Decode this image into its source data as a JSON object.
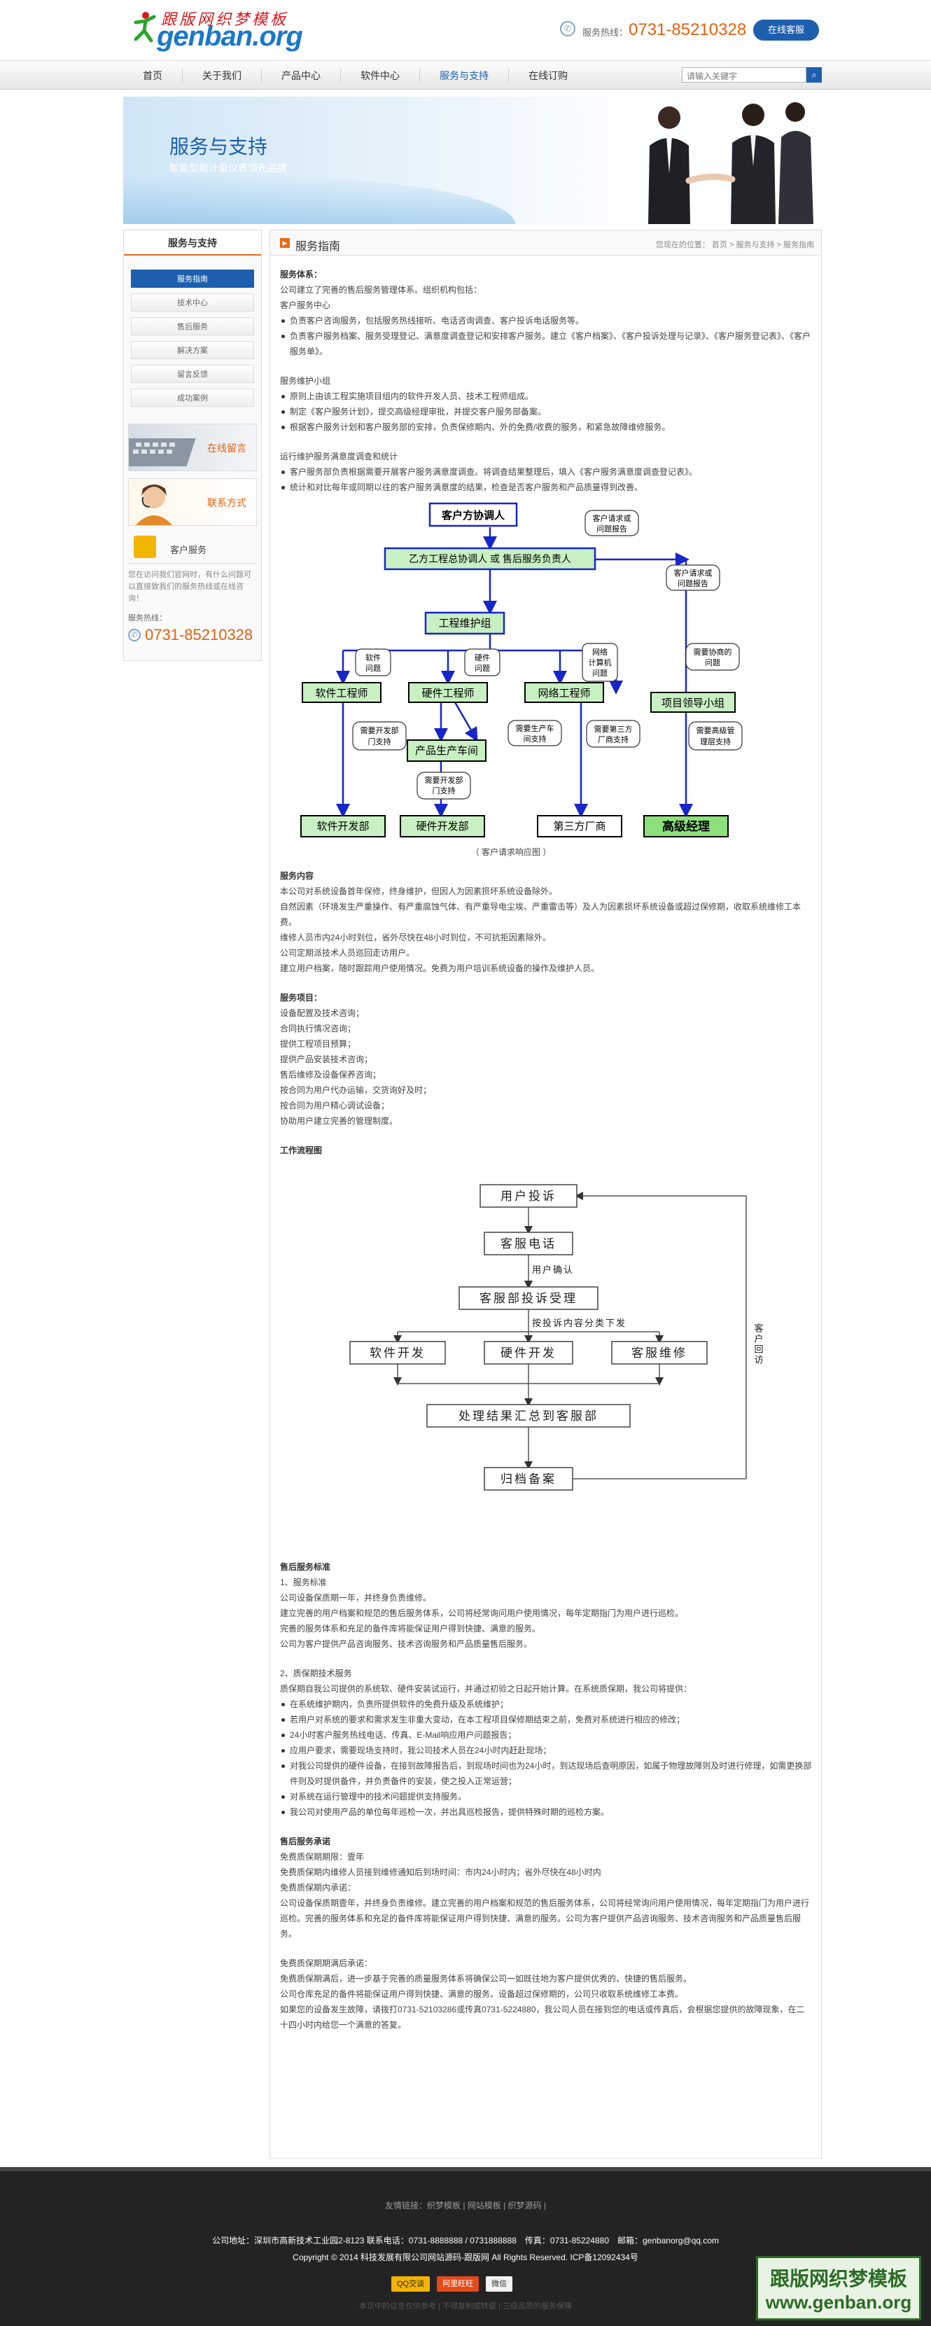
{
  "header": {
    "logo_cn": "跟版网织梦模板",
    "logo_en": "genban.org",
    "hotline_label": "服务热线：",
    "hotline_number": "0731-85210328",
    "service_button": "在线客服"
  },
  "nav": {
    "items": [
      "首页",
      "关于我们",
      "产品中心",
      "软件中心",
      "服务与支持",
      "在线订购"
    ],
    "active": "服务与支持",
    "search_placeholder": "请输入关键字"
  },
  "banner": {
    "title": "服务与支持",
    "subtitle": "智能型能计量仪表领先品牌"
  },
  "sidebar": {
    "title": "服务与支持",
    "items": [
      "服务指南",
      "技术中心",
      "售后服务",
      "解决方案",
      "留言反馈",
      "成功案例"
    ],
    "promo_message": "在线留言",
    "promo_contact": "联系方式",
    "kf_label": "客户服务",
    "note": "您在访问我们官网时，有什么问题可以直接致我们的服务热线或在线咨询！",
    "hot_label": "服务热线：",
    "hot_number": "0731-85210328"
  },
  "main": {
    "title": "服务指南",
    "crumb": "您现在的位置： 首页 > 服务与支持 > 服务指南",
    "sys_title": "服务体系：",
    "sys_intro": "公司建立了完善的售后服务管理体系。组织机构包括：",
    "center_title": "客户服务中心",
    "center_items": [
      "负责客户咨询服务，包括服务热线接听、电话咨询调查、客户投诉电话服务等。",
      "负责客户服务档案、服务受理登记、满意度调查登记和安排客户服务。建立《客户档案》、《客户投诉处理与记录》、《客户服务登记表》、《客户服务单》。"
    ],
    "team_title": "服务维护小组",
    "team_items": [
      "原则上由该工程实施项目组内的软件开发人员、技术工程师组成。",
      "制定《客户服务计划》，提交高级经理审批，并提交客户服务部备案。",
      "根据客户服务计划和客户服务部的安排，负责保修期内、外的免费/收费的服务，和紧急故障维修服务。"
    ],
    "track_title": "运行维护服务满意度调查和统计",
    "track_items": [
      "客户服务部负责根据需要开展客户服务满意度调查。将调查结果整理后，填入《客户服务满意度调查登记表》。",
      "统计和对比每年或同期以往的客户服务满意度的结果，检查是否客户服务和产品质量得到改善。"
    ],
    "org": {
      "n1": "客户方协调人",
      "n2": "乙方工程总协调人 或 售后服务负责人",
      "n3": "工程维护组",
      "n4": "软件工程师",
      "n5": "硬件工程师",
      "n6": "网络工程师",
      "n7": "项目领导小组",
      "n8": "产品生产车间",
      "n9": "软件开发部",
      "n10": "硬件开发部",
      "n11": "第三方厂商",
      "n12": "高级经理",
      "c1a": "客户请求或",
      "c1b": "问题报告",
      "c2a": "客户请求或",
      "c2b": "问题报告",
      "s1a": "软件",
      "s1b": "问题",
      "s2a": "硬件",
      "s2b": "问题",
      "s3a": "网络",
      "s3b": "计算机",
      "s3c": "问题",
      "s4a": "需要协商的",
      "s4b": "问题",
      "d1a": "需要开发部",
      "d1b": "门支持",
      "d2a": "需要生产车",
      "d2b": "间支持",
      "d3a": "需要开发部",
      "d3b": "门支持",
      "d4a": "需要第三方",
      "d4b": "厂商支持",
      "d5a": "需要高级管",
      "d5b": "理层支持",
      "caption": "（ 客户请求响应图 ）"
    },
    "content_title": "服务内容",
    "content_lines": [
      "本公司对系统设备首年保修，终身维护，但因人为因素损坏系统设备除外。",
      "自然因素（环境发生严重操作、有严重腐蚀气体、有严重导电尘埃、严重雷击等）及人为因素损坏系统设备或超过保修期，收取系统维修工本费。",
      "维修人员市内24小时到位，省外尽快在48小时到位，不可抗拒因素除外。",
      "公司定期派技术人员巡回走访用户。",
      "建立用户档案，随时跟踪用户使用情况。免费为用户培训系统设备的操作及维护人员。"
    ],
    "items_title": "服务项目：",
    "items_lines": [
      "设备配置及技术咨询；",
      "合同执行情况咨询；",
      "提供工程项目预算；",
      "提供产品安装技术咨询；",
      "售后维修及设备保养咨询；",
      "按合同为用户代办运输，交货询好及时；",
      "按合同为用户精心调试设备；",
      "协助用户建立完善的管理制度。"
    ],
    "flow_title": "工作流程图",
    "flow": {
      "f1": "用户投诉",
      "f2": "客服电话",
      "f3": "用户确认",
      "f4": "客服部投诉受理",
      "f5": "按投诉内容分类下发",
      "f6": "软件开发",
      "f7": "硬件开发",
      "f8": "客服维修",
      "f9": "处理结果汇总到客服部",
      "f10": "归档备案",
      "f11": "客户回访"
    },
    "after_title": "售后服务标准",
    "after_sub1": "1、服务标准",
    "after_lines1": [
      "公司设备保质期一年，并终身负责维修。",
      "建立完善的用户档案和规范的售后服务体系，公司将经常询问用户使用情况，每年定期指门为用户进行巡检。",
      "完善的服务体系和充足的备件库将能保证用户得到快捷、满意的服务。",
      "公司为客户提供产品咨询服务、技术咨询服务和产品质量售后服务。"
    ],
    "after_sub2": "2、质保期技术服务",
    "after_intro2": "质保期自我公司提供的系统软、硬件安装试运行，并通过初验之日起开始计算。在系统质保期，我公司将提供：",
    "after_items2": [
      "在系统维护期内，负责所提供软件的免费升级及系统维护；",
      "若用户对系统的要求和需求发生非重大变动，在本工程项目保修期结束之前，免费对系统进行相应的修改；",
      "24小时客户服务热线电话、传真、E-Mail响应用户问题报告；",
      "应用户要求，需要现场支持时，我公司技术人员在24小时内赶赴现场；",
      "对我公司提供的硬件设备，在接到故障报告后，到现场时间也为24小时，到达现场后查明原因，如属于物理故障则及时进行修理，如需更换部件则及时提供备件，并负责备件的安装，使之投入正常运营；",
      "对系统在运行管理中的技术问题提供支持服务。",
      "我公司对使用产品的单位每年巡检一次，并出具巡检报告，提供特殊时期的巡检方案。"
    ],
    "promise_title": "售后服务承诺",
    "promise_lines": [
      "免费质保期期限：壹年",
      "免费质保期内维修人员接到维修通知后到场时间：市内24小时内；省外尽快在48小时内",
      "免费质保期内承诺：",
      "公司设备保质期壹年，并终身负责维修。建立完善的用户档案和规范的售后服务体系，公司将经常询问用户使用情况，每年定期指门为用户进行巡检。完善的服务体系和充足的备件库将能保证用户得到快捷、满意的服务。公司为客户提供产品咨询服务、技术咨询服务和产品质量售后服务。"
    ],
    "expire_title": "免费质保期期满后承诺：",
    "expire_lines": [
      "免费质保期满后，进一步基于完善的质量服务体系将确保公司一如既往地为客户提供优秀的、快捷的售后服务。",
      "公司仓库充足的备件将能保证用户得到快捷、满意的服务。设备超过保修期的，公司只收取系统维修工本费。",
      "如果您的设备发生故障，请拨打0731-52103286或传真0731-5224880，我公司人员在接到您的电话或传真后，会根据您提供的故障现象，在二十四小时内给您一个满意的答复。"
    ]
  },
  "footer": {
    "links": "友情链接：织梦模板 | 网站模板 | 织梦源码 |",
    "address": "公司地址：深圳市高新技术工业园2-8123 联系电话：0731-8888888 / 0731888888　传真：0731-85224880　邮箱：genbanorg@qq.com",
    "copyright": "Copyright © 2014 科技发展有限公司网站源码-跟版网 All Rights Reserved. ICP备12092434号",
    "badges": [
      "QQ交谈",
      "阿里旺旺",
      "微信"
    ],
    "bottom": "本页中的信息仅供参考 | 不得复制或转载 | 三级品质的服务保障"
  },
  "stamp": {
    "line1": "跟版网织梦模板",
    "line2": "www.genban.org"
  },
  "colors": {
    "brand_blue": "#1d5fae",
    "accent_orange": "#e3610f",
    "green_box": "#c8f0c2"
  }
}
